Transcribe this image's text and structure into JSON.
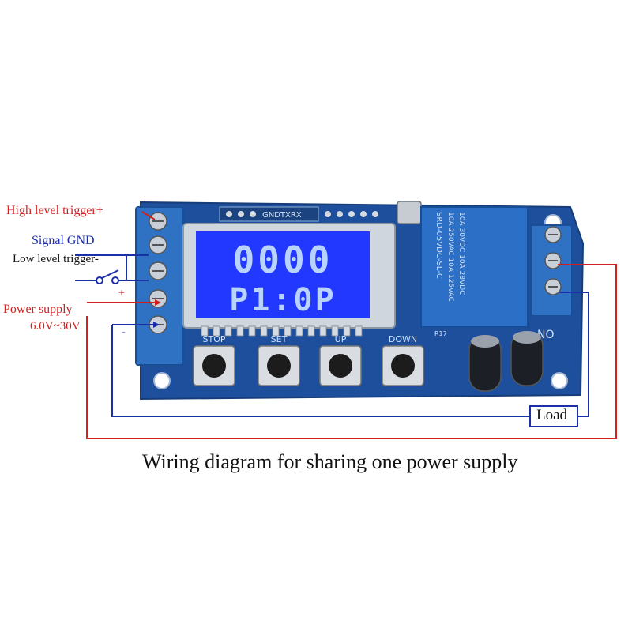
{
  "labels": {
    "high_trigger": "High level trigger+",
    "signal_gnd": "Signal GND",
    "low_trigger": "Low level trigger-",
    "power_supply": "Power supply",
    "voltage": "6.0V~30V",
    "plus": "+",
    "minus": "-",
    "load": "Load"
  },
  "caption": "Wiring diagram for sharing one power supply",
  "board": {
    "header_label": "GNDTXRX",
    "lcd_line1": "0000",
    "lcd_line2": "P1:0P",
    "buttons": [
      "STOP",
      "SET",
      "UP",
      "DOWN"
    ],
    "relay_lines": [
      "SRD-05VDC-SL-C",
      "10A 250VAC 10A 125VAC",
      "10A 30VDC 10A 28VDC"
    ],
    "relay_no": "NO",
    "resistor_label": "R17"
  },
  "colors": {
    "board": "#1d4f9c",
    "terminal": "#2f72c4",
    "lcd": "#2238ff",
    "relay": "#2b6fc6",
    "red_wire": "#d41f1f",
    "blue_wire": "#1b2fa8"
  }
}
